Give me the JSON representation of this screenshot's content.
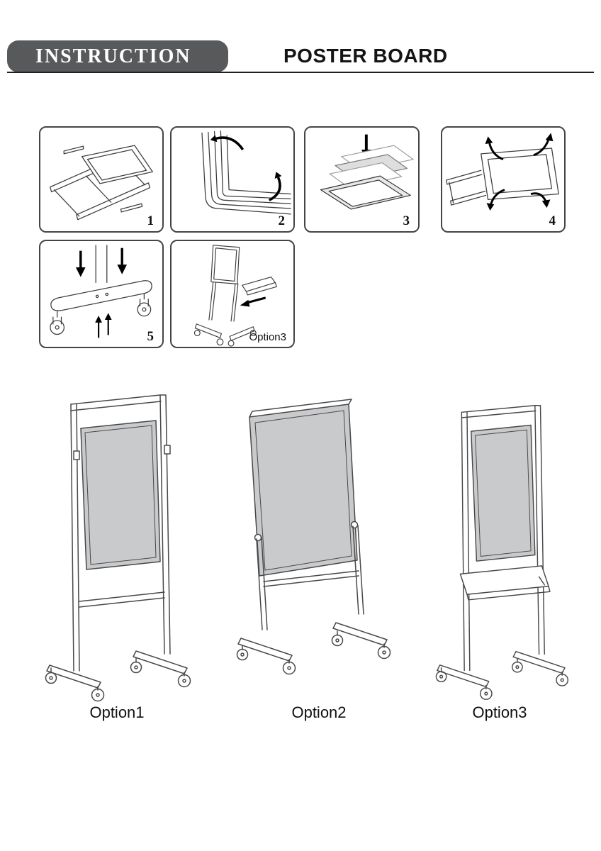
{
  "header": {
    "badge": "INSTRUCTION",
    "title": "POSTER BOARD"
  },
  "steps": {
    "s1": "1",
    "s2": "2",
    "s3": "3",
    "s4": "4",
    "s5": "5",
    "option_panel_label": "Option3"
  },
  "options": {
    "o1": "Option1",
    "o2": "Option2",
    "o3": "Option3"
  },
  "colors": {
    "badge_bg": "#58595b",
    "badge_text": "#ffffff",
    "line_art": "#3e3e40",
    "board_fill": "#c9cacc",
    "divider": "#231f20"
  }
}
